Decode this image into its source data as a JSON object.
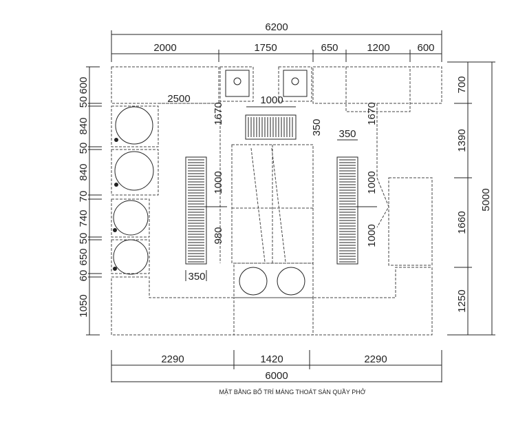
{
  "title": "MẶT BẰNG BỐ TRÍ MÁNG THOÁT SÀN QUẦY PHỞ",
  "top_total": "6200",
  "top_segments": [
    "2000",
    "1750",
    "650",
    "1200",
    "600"
  ],
  "bottom_total": "6000",
  "bottom_segments": [
    "2290",
    "1420",
    "2290"
  ],
  "right_total": "5000",
  "right_segments": [
    "700",
    "1390",
    "1660",
    "1250"
  ],
  "left_segments": [
    "600",
    "50",
    "840",
    "50",
    "840",
    "70",
    "740",
    "50",
    "650",
    "60",
    "1050"
  ],
  "inner_labels": {
    "a": "2500",
    "b": "1000",
    "c": "1670",
    "d": "1670",
    "e": "350",
    "f": "350",
    "g": "1000",
    "h": "980",
    "i": "350",
    "j": "1000",
    "k": "1000"
  }
}
